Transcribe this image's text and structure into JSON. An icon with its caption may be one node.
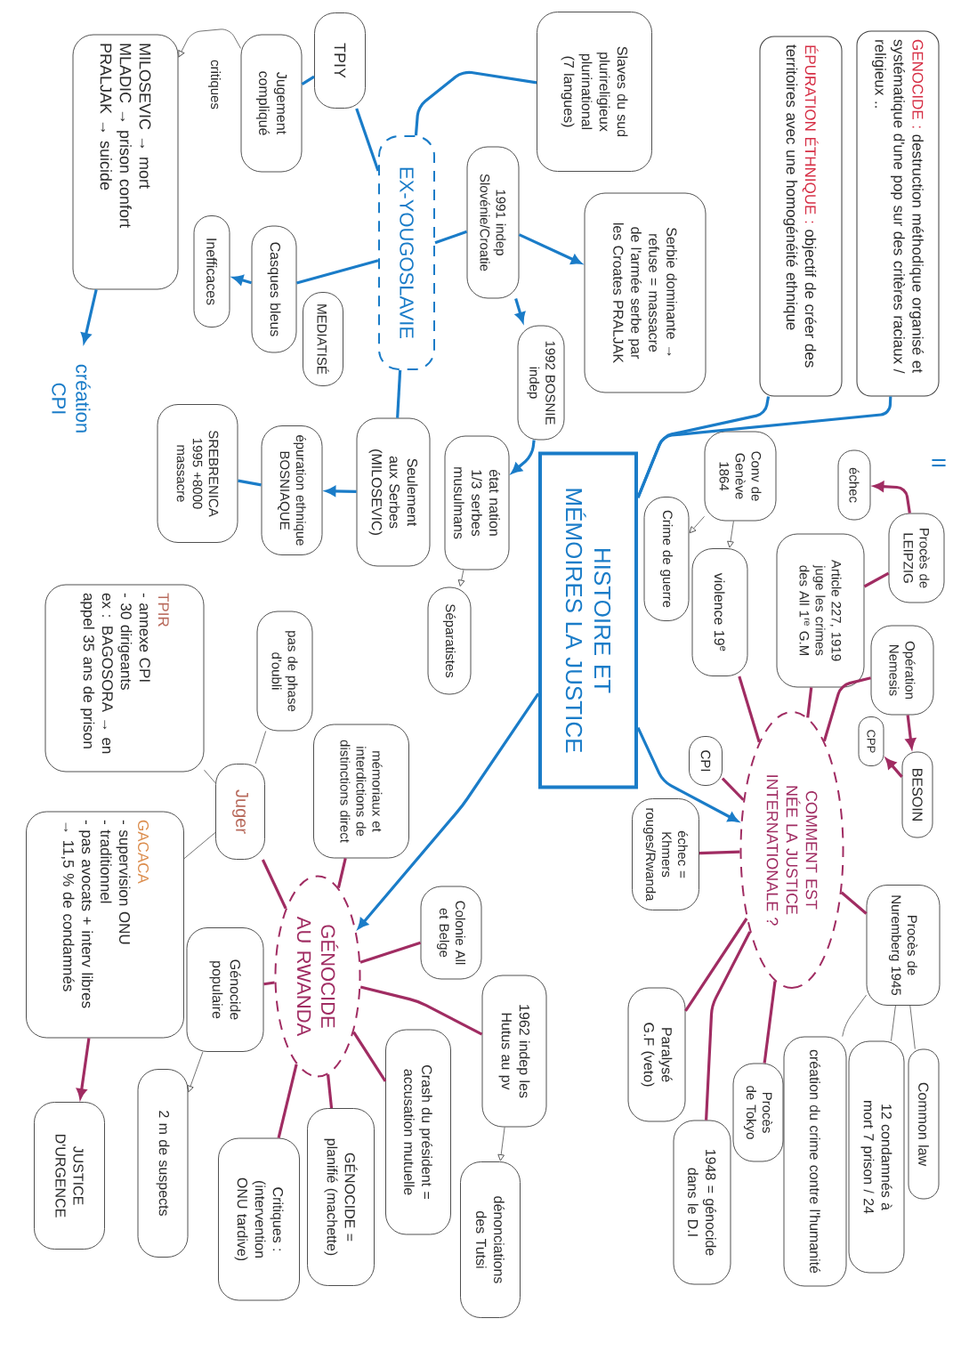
{
  "diagram": {
    "nodes": [
      {
        "text": [
          "GENOCIDE :",
          "destruction méthodique organisé et systématique d'une pop sur des critères raciaux / religieux .."
        ]
      },
      {
        "text": [
          "ÉPURATION ÉTHNIQUE :",
          "objectif de créer des territoires avec une homogénéité ethnique"
        ]
      },
      {
        "text": [
          "Procès de LEIPZIG"
        ]
      },
      {
        "text": [
          "échec"
        ]
      },
      {
        "text": [
          "Opération Nemesis"
        ]
      },
      {
        "text": [
          "BESOIN"
        ]
      },
      {
        "text": [
          "CPP"
        ]
      },
      {
        "text": [
          "Article 227, 1919 juge les crimes des All 1$^{re}$ G.M"
        ]
      },
      {
        "text": [
          "Procès de Nuremberg 1945"
        ]
      },
      {
        "text": [
          "Common law"
        ]
      },
      {
        "text": [
          "12 condamnés à mort 7 prison / 24"
        ]
      },
      {
        "text": [
          "création du crime contre l'humanité"
        ]
      },
      {
        "text": [
          "COMMENT EST NÉE LA JUSTICE INTERNATIONALE ?"
        ]
      },
      {
        "text": [
          "Procès de Tokyo"
        ]
      },
      {
        "text": [
          "Conv de Genève 1864"
        ]
      },
      {
        "text": [
          "violence 19$^{e}$"
        ]
      },
      {
        "text": [
          "CPI"
        ]
      },
      {
        "text": [
          "Crime de guerre"
        ]
      },
      {
        "text": [
          "échec = Khmers rouges/Rwanda"
        ]
      },
      {
        "text": [
          "1948 = génocide dans le D.I"
        ]
      },
      {
        "text": [
          "Paralysé G.F (veto)"
        ]
      },
      {
        "text": [
          "HISTOIRE ET MÉMOIRES LA JUSTICE"
        ]
      },
      {
        "text": [
          "Serbie dominante → refuse = massacre de l'armée serbe par les Croates PRALJAK"
        ]
      },
      {
        "text": [
          "Slaves du sud plurireligieux plurinational (7 langues)"
        ]
      },
      {
        "text": [
          "1992 BOSNIE indep"
        ]
      },
      {
        "text": [
          "1991 indep Slovénie/Croatie"
        ]
      },
      {
        "text": [
          "état nation 1/3 serbes musulmans"
        ]
      },
      {
        "text": [
          "1962 indep les Hutus au pv"
        ]
      },
      {
        "text": [
          "dénonciations des Tutsi"
        ]
      },
      {
        "text": [
          "Séparatistes"
        ]
      },
      {
        "text": [
          "Colonie All et Belge"
        ]
      },
      {
        "text": [
          "Crash du président = accusation mutuelle"
        ]
      },
      {
        "text": [
          "EX-YOUGOSLAVIE"
        ]
      },
      {
        "text": [
          "Seulement aux Serbes (MILOSEVIC)"
        ]
      },
      {
        "text": [
          "TPIY"
        ]
      },
      {
        "text": [
          "mémoriaux et interdictions de distinctions direct"
        ]
      },
      {
        "text": [
          "GÉNOCIDE AU RWANDA"
        ]
      },
      {
        "text": [
          "GÉNOCIDE = planifié (machette)"
        ]
      },
      {
        "text": [
          "MEDIATISÉ"
        ]
      },
      {
        "text": [
          "Casques bleus"
        ]
      },
      {
        "text": [
          "épuration ethnique BOSNIAQUE"
        ]
      },
      {
        "text": [
          "pas de phase d'oubli"
        ]
      },
      {
        "text": [
          "Critiques : (intervention ONU tardive)"
        ]
      },
      {
        "text": [
          "Jugement compliqué"
        ]
      },
      {
        "text": [
          "Juger"
        ]
      },
      {
        "text": [
          "Génocide populaire"
        ]
      },
      {
        "text": [
          "Inefficaces"
        ]
      },
      {
        "text": [
          "SREBRENICA 1995 +8000 massacre"
        ]
      },
      {
        "text": [
          "2 m de suspects"
        ]
      },
      {
        "text": [
          "TPIR",
          "- annexe CPI",
          "- 30 dirigeants",
          "ex : BAGOSORA → en appel 35 ans de prison"
        ]
      },
      {
        "text": [
          "GACACA",
          "- supervision ONU",
          "- traditionnel",
          "- pas avocats + interv libres",
          "→ 11,5 % de condamnés"
        ]
      },
      {
        "text": [
          "MILOSEVIC → mort",
          "MLADIC → prison confort",
          "PRALJAK → suicide"
        ]
      },
      {
        "text": [
          "JUSTICE D'URGENCE"
        ]
      },
      {
        "text": [
          "création CPI"
        ]
      }
    ],
    "edges": [
      {
        "from": 21,
        "to": 0,
        "arrow": "none",
        "color": "#1a7cc8"
      },
      {
        "from": 21,
        "to": 1,
        "arrow": "none",
        "color": "#1a7cc8"
      },
      {
        "from": 21,
        "to": 12,
        "arrow": "to",
        "color": "#1a7cc8"
      },
      {
        "from": 21,
        "to": 36,
        "arrow": "to",
        "color": "#1a7cc8"
      },
      {
        "from": 32,
        "to": 23,
        "arrow": "none",
        "color": "#1a7cc8"
      },
      {
        "from": 32,
        "to": 25,
        "arrow": "none",
        "color": "#1a7cc8"
      },
      {
        "from": 25,
        "to": 22,
        "arrow": "to",
        "color": "#1a7cc8"
      },
      {
        "from": 25,
        "to": 24,
        "arrow": "to",
        "color": "#1a7cc8"
      },
      {
        "from": 24,
        "to": 26,
        "arrow": "to",
        "color": "#1a7cc8"
      },
      {
        "from": 26,
        "to": 29,
        "arrow": "to"
      },
      {
        "from": 32,
        "to": 33,
        "arrow": "none",
        "color": "#1a7cc8"
      },
      {
        "from": 33,
        "to": 40,
        "arrow": "to",
        "color": "#1a7cc8"
      },
      {
        "from": 40,
        "to": 47,
        "arrow": "none",
        "color": "#1a7cc8"
      },
      {
        "from": 32,
        "to": 39,
        "arrow": "none",
        "color": "#1a7cc8"
      },
      {
        "from": 39,
        "to": 46,
        "arrow": "to",
        "color": "#1a7cc8"
      },
      {
        "from": 32,
        "to": 34,
        "arrow": "none",
        "color": "#1a7cc8"
      },
      {
        "from": 34,
        "to": 43,
        "arrow": "none",
        "color": "#1a7cc8"
      },
      {
        "from": 43,
        "to": 51,
        "arrow": "to",
        "label": "critiques"
      },
      {
        "from": 51,
        "to": 53,
        "arrow": "to",
        "color": "#1a7cc8"
      },
      {
        "from": 12,
        "to": 4,
        "arrow": "none",
        "color": "#a02c62"
      },
      {
        "from": 12,
        "to": 7,
        "arrow": "none",
        "color": "#a02c62"
      },
      {
        "from": 12,
        "to": 15,
        "arrow": "none",
        "color": "#a02c62"
      },
      {
        "from": 12,
        "to": 16,
        "arrow": "none",
        "color": "#a02c62"
      },
      {
        "from": 12,
        "to": 18,
        "arrow": "none",
        "color": "#a02c62"
      },
      {
        "from": 12,
        "to": 8,
        "arrow": "none",
        "color": "#a02c62"
      },
      {
        "from": 12,
        "to": 20,
        "arrow": "none",
        "color": "#a02c62"
      },
      {
        "from": 12,
        "to": 13,
        "arrow": "none",
        "color": "#a02c62"
      },
      {
        "from": 12,
        "to": 19,
        "arrow": "none",
        "color": "#a02c62"
      },
      {
        "from": 7,
        "to": 2,
        "arrow": "none",
        "color": "#a02c62"
      },
      {
        "from": 2,
        "to": 3,
        "arrow": "to",
        "color": "#a02c62"
      },
      {
        "from": 4,
        "to": 5,
        "arrow": "to",
        "color": "#a02c62"
      },
      {
        "from": 5,
        "to": 6,
        "arrow": "to",
        "color": "#a02c62"
      },
      {
        "from": 8,
        "to": 9,
        "arrow": "none"
      },
      {
        "from": 8,
        "to": 10,
        "arrow": "none"
      },
      {
        "from": 8,
        "to": 11,
        "arrow": "none"
      },
      {
        "from": 14,
        "to": 15,
        "arrow": "to"
      },
      {
        "from": 14,
        "to": 17,
        "arrow": "to"
      },
      {
        "from": 36,
        "to": 30,
        "arrow": "none",
        "color": "#a02c62"
      },
      {
        "from": 36,
        "to": 27,
        "arrow": "none",
        "color": "#a02c62"
      },
      {
        "from": 27,
        "to": 28,
        "arrow": "to"
      },
      {
        "from": 36,
        "to": 31,
        "arrow": "none",
        "color": "#a02c62"
      },
      {
        "from": 36,
        "to": 37,
        "arrow": "none",
        "color": "#a02c62"
      },
      {
        "from": 36,
        "to": 42,
        "arrow": "none",
        "color": "#a02c62"
      },
      {
        "from": 36,
        "to": 45,
        "arrow": "none",
        "color": "#a02c62"
      },
      {
        "from": 36,
        "to": 35,
        "arrow": "none",
        "color": "#a02c62"
      },
      {
        "from": 36,
        "to": 44,
        "arrow": "none",
        "color": "#a02c62"
      },
      {
        "from": 44,
        "to": 41,
        "arrow": "none"
      },
      {
        "from": 44,
        "to": 49,
        "arrow": "none"
      },
      {
        "from": 44,
        "to": 50,
        "arrow": "none"
      },
      {
        "from": 45,
        "to": 48,
        "arrow": "to"
      },
      {
        "from": 50,
        "to": 52,
        "arrow": "to",
        "color": "#a02c62"
      }
    ],
    "labels": [
      "II"
    ]
  }
}
